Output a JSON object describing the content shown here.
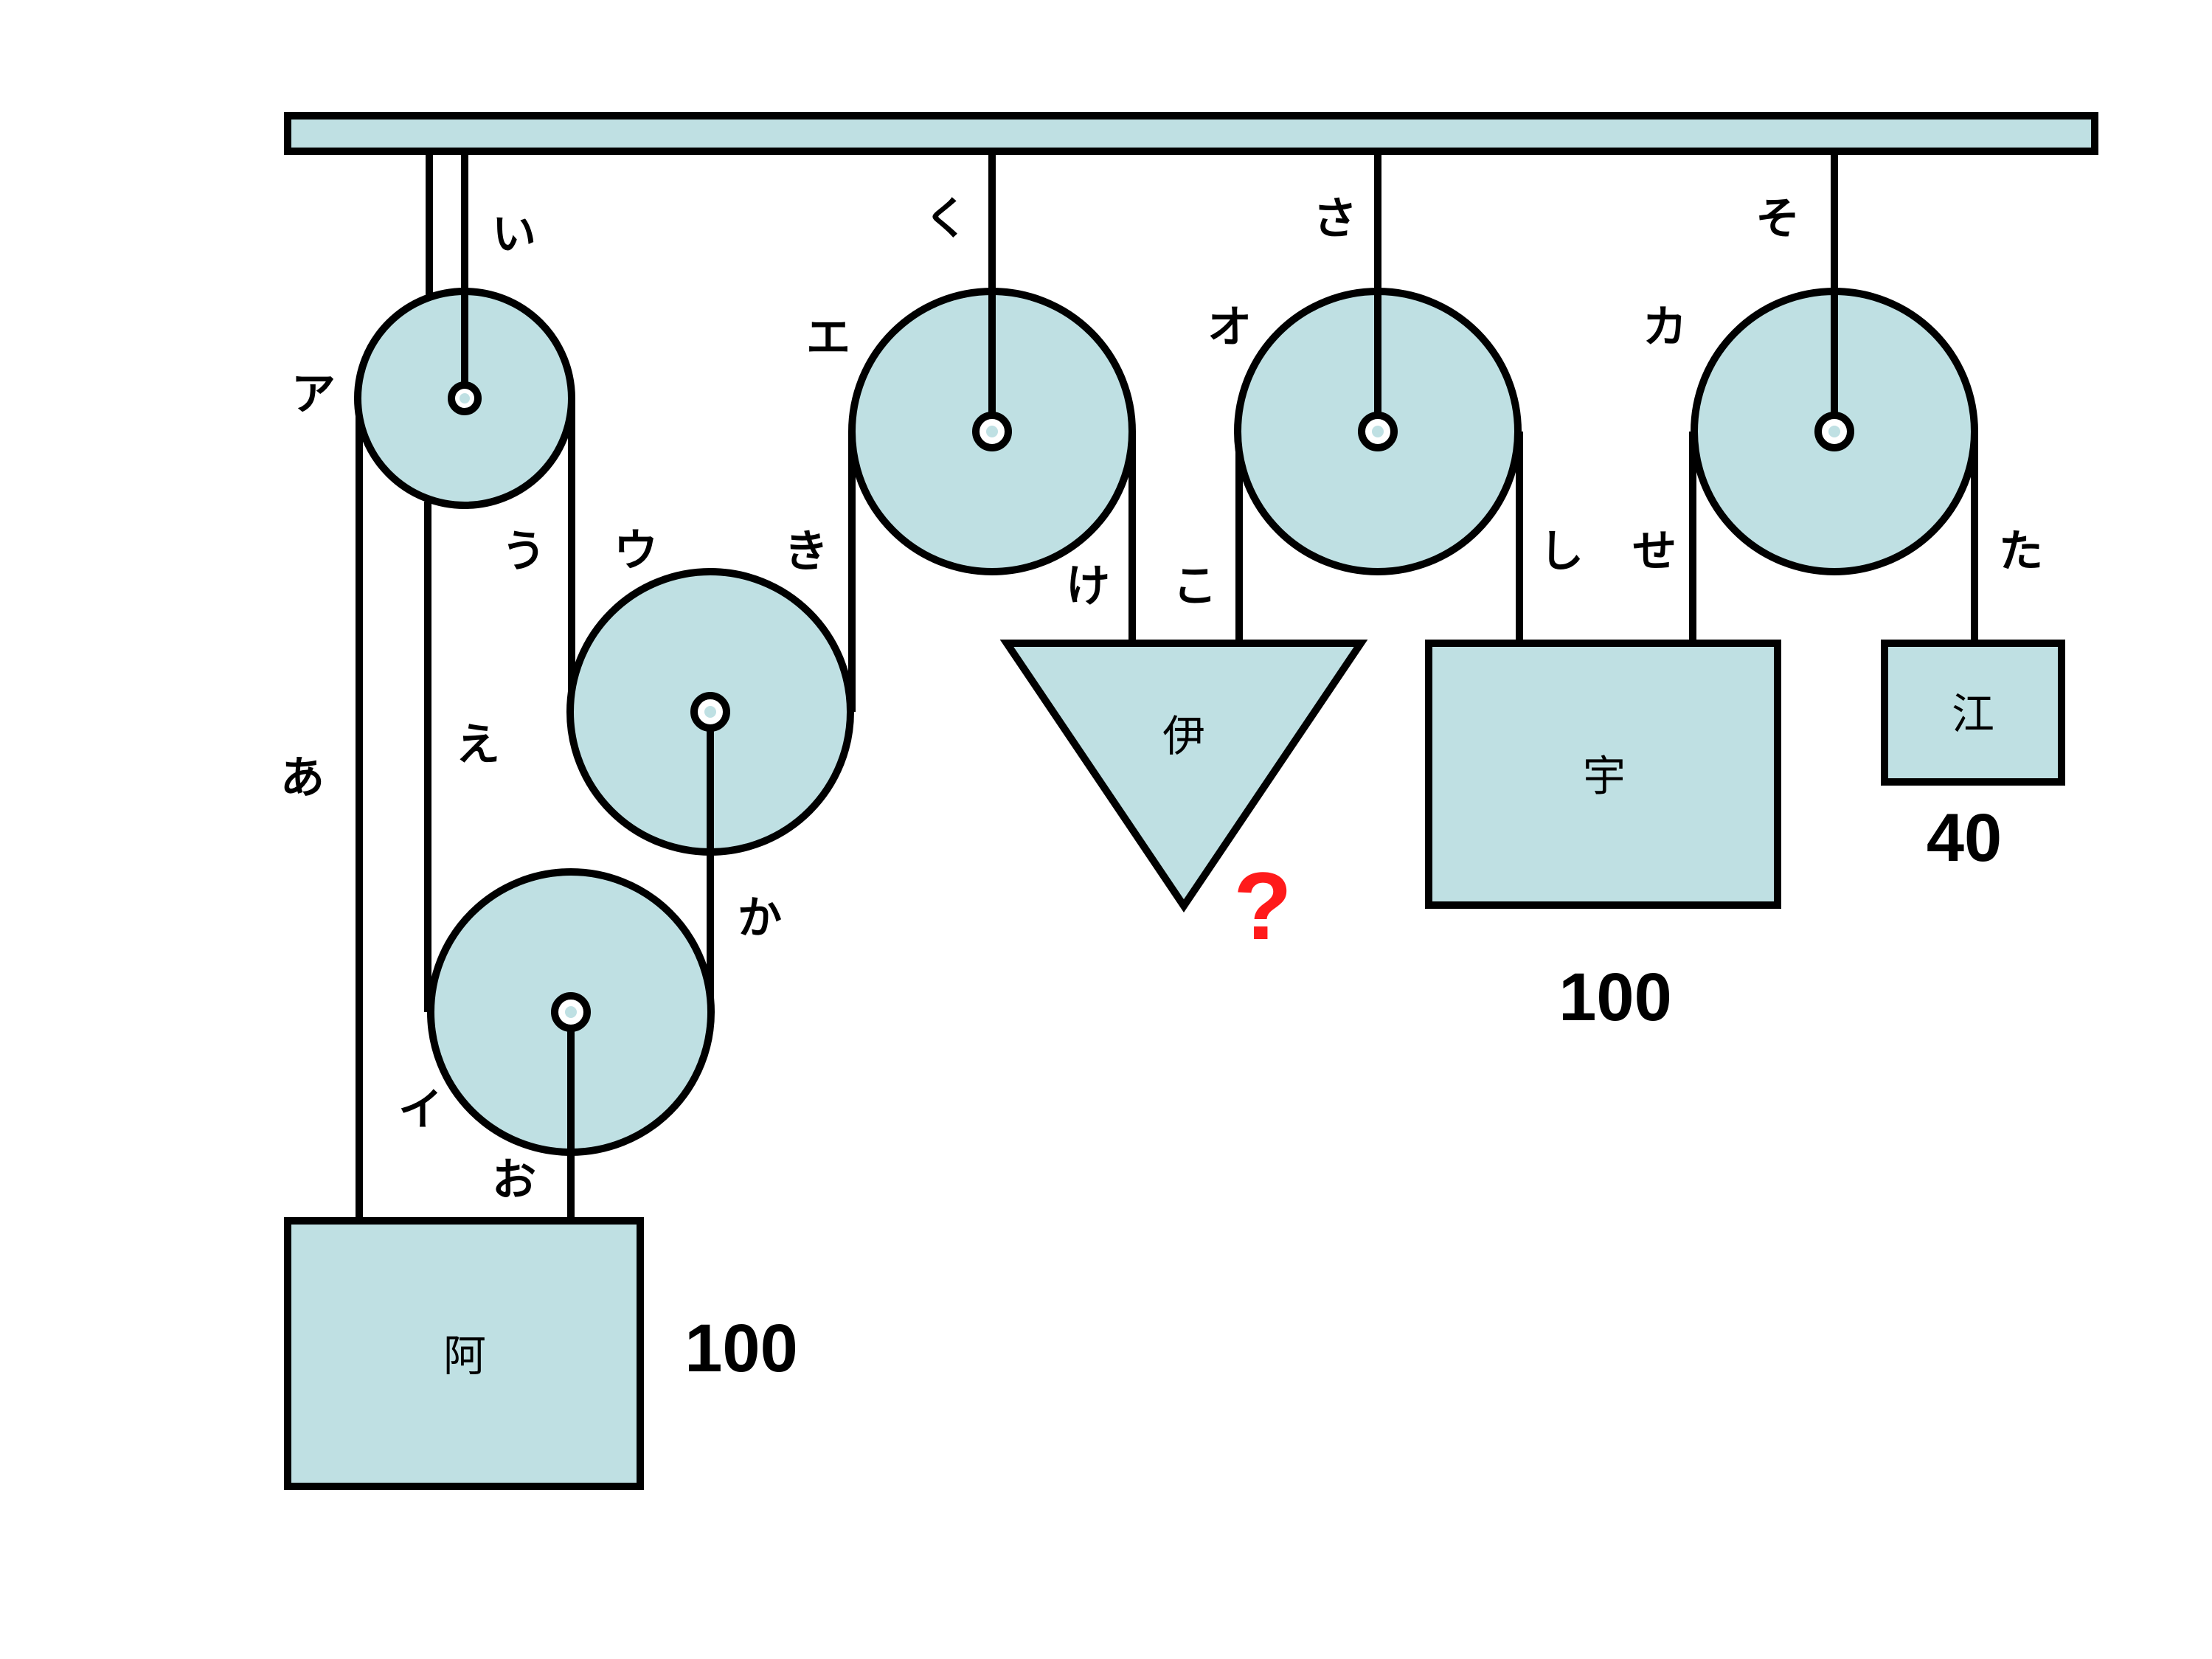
{
  "pulleys": [
    {
      "label": "ア"
    },
    {
      "label": "イ"
    },
    {
      "label": "ウ"
    },
    {
      "label": "エ"
    },
    {
      "label": "オ"
    },
    {
      "label": "カ"
    }
  ],
  "ropes": [
    {
      "label": "あ"
    },
    {
      "label": "い"
    },
    {
      "label": "う"
    },
    {
      "label": "え"
    },
    {
      "label": "お"
    },
    {
      "label": "か"
    },
    {
      "label": "き"
    },
    {
      "label": "く"
    },
    {
      "label": "け"
    },
    {
      "label": "こ"
    },
    {
      "label": "さ"
    },
    {
      "label": "し"
    },
    {
      "label": "せ"
    },
    {
      "label": "そ"
    },
    {
      "label": "た"
    }
  ],
  "blocks": [
    {
      "label": "阿",
      "mass": "100"
    },
    {
      "label": "伊",
      "mass": "?"
    },
    {
      "label": "宇",
      "mass": "100"
    },
    {
      "label": "江",
      "mass": "40"
    }
  ],
  "colors": {
    "fill": "#bfe0e3",
    "line": "#000000",
    "unknown": "#ff1a1a"
  }
}
